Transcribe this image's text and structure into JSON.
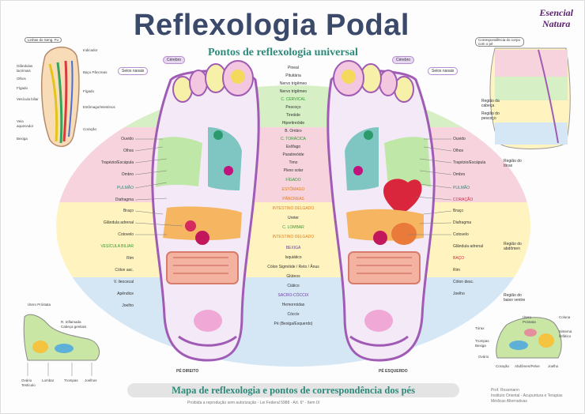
{
  "title": "Reflexologia Podal",
  "subtitle": "Pontos de reflexologia universal",
  "brand": {
    "line1": "Esencial",
    "line2": "Natura"
  },
  "footer": "Mapa de reflexologia e pontos de correspondência dos pés",
  "footnote": "Proibida a reprodução sem autorização - Lei Federal 5988 - Art. 6° - Item IX",
  "credit": [
    "Prof. Rossmann",
    "Instituto Oriental - Acupuntura e Terapias",
    "Médicas Alternativas"
  ],
  "feet": {
    "right": "PÉ DIREITO",
    "left": "PÉ ESQUERDO"
  },
  "top_pills": {
    "sinus_left": "Seios nasais",
    "brain_left": "Cérebro",
    "brain_right": "Cérebro",
    "sinus_right": "Seios nasais"
  },
  "left_labels": [
    "Ouvido",
    "Olhos",
    "Trapézio/Escápula",
    "Ombro",
    "PULMÃO",
    "Diafragma",
    "Braço",
    "Glândula adrenal",
    "Cotovelo",
    "VESÍCULA BILIAR",
    "Rim",
    "Cólon asc.",
    "V. ileocecal",
    "Apêndice",
    "Joelho"
  ],
  "right_labels": [
    "Ouvido",
    "Olhos",
    "Trapézio/Escápula",
    "Ombro",
    "PULMÃO",
    "CORAÇÃO",
    "Braço",
    "Diafragma",
    "Cotovelo",
    "Glândula adrenal",
    "BAÇO",
    "Rim",
    "Cólon desc.",
    "Joelho"
  ],
  "center_labels": [
    "Pineal",
    "Pituitária",
    "Nervo trigêmeo",
    "Nervo trigêmeo",
    "C. CERVICAL",
    "Pescoço",
    "Tireóide",
    "Hipertireóide",
    "B. Ombro",
    "C. TORÁCICA",
    "Esôfago",
    "Paratireóide",
    "Timo",
    "Plexo solar",
    "FÍGADO",
    "ESTÔMAGO",
    "PÂNCREAS",
    "INTESTINO DELGADO",
    "Ureter",
    "C. LOMBAR",
    "INTESTINO DELGADO",
    "BEXIGA",
    "Isquiático",
    "Cólon Sigmóide / Reto / Ânus",
    "Glúteos",
    "Ciático",
    "SACRO-CÓCCIX",
    "Hemorroidas",
    "Cóccix",
    "Pé (Bexiga/Esquerdo)"
  ],
  "far_right_labels": [
    "Região da cabeça",
    "Região do pescoço",
    "Região do tórax",
    "Região do abdômen",
    "Região do baixo ventre"
  ],
  "inset_tl": {
    "title": "Linhas do Seng. Fu",
    "labels": [
      "Glândulas lacrimais",
      "Olhos",
      "Fígado",
      "Vesícula biliar",
      "Veia aquecedor",
      "Bexiga",
      "Indicador",
      "Baço Pâncreas",
      "Fígado",
      "Estômago/Intestinos",
      "Coração"
    ]
  },
  "inset_tr": {
    "title": "Correspondência do corpo com o pé"
  },
  "inset_bl": {
    "labels": [
      "Útero Próstata",
      "R. Inflamada Cabeça genitais",
      "Ovário Testículo",
      "Lombar",
      "Trompas",
      "Joelhos"
    ]
  },
  "inset_br": {
    "labels": [
      "Útero Próstata",
      "Tórax",
      "Trompas Bexiga",
      "Coluna",
      "Sistema linfático",
      "Ovário",
      "Coração",
      "Abdômen/Pelve",
      "Joelho"
    ]
  },
  "colors": {
    "title": "#3b4a6b",
    "subtitle": "#2d8a7a",
    "head": "#d6efc4",
    "chest": "#f6d3dd",
    "abdomen": "#fff4bf",
    "pelvis": "#d5e6f5",
    "foot_outline": "#a05bb5"
  }
}
